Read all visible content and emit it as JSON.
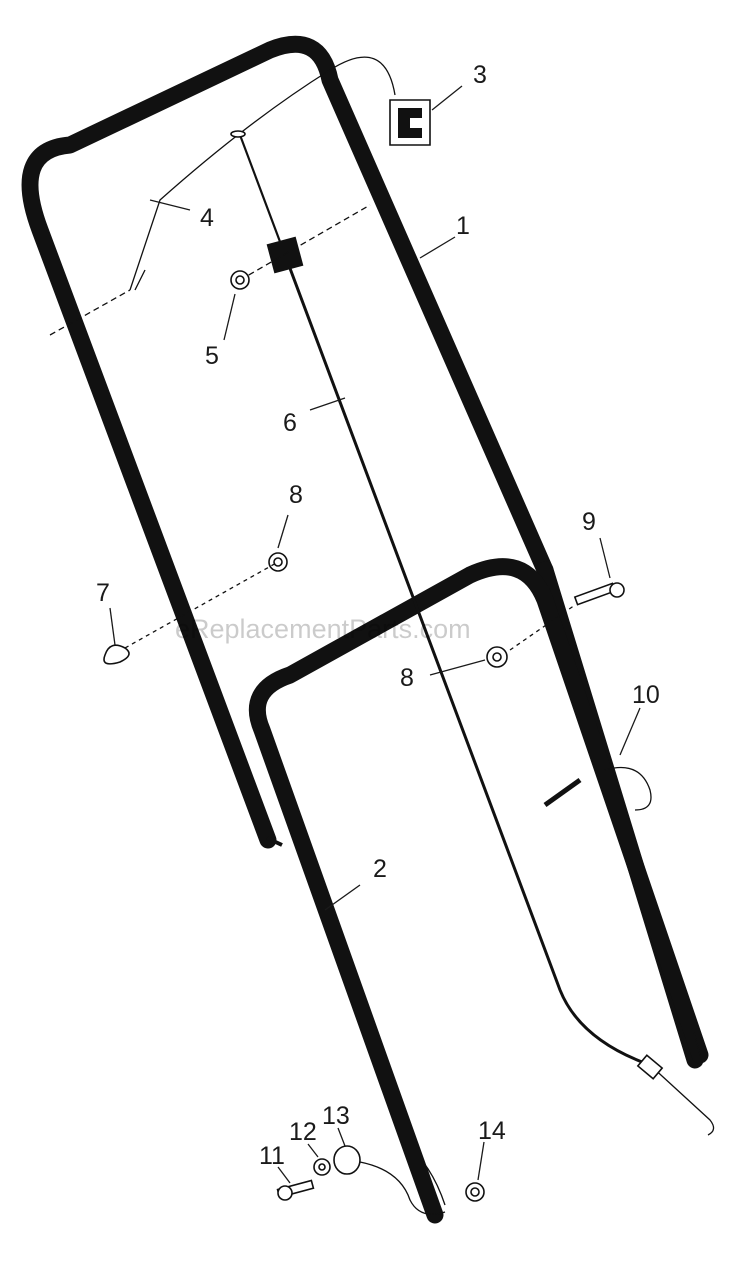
{
  "watermark": "eReplacementParts.com",
  "callouts": [
    {
      "id": "1",
      "text": "1"
    },
    {
      "id": "2",
      "text": "2"
    },
    {
      "id": "3",
      "text": "3"
    },
    {
      "id": "4",
      "text": "4"
    },
    {
      "id": "5",
      "text": "5"
    },
    {
      "id": "6",
      "text": "6"
    },
    {
      "id": "7",
      "text": "7"
    },
    {
      "id": "8a",
      "text": "8"
    },
    {
      "id": "8b",
      "text": "8"
    },
    {
      "id": "9",
      "text": "9"
    },
    {
      "id": "10",
      "text": "10"
    },
    {
      "id": "11",
      "text": "11"
    },
    {
      "id": "12",
      "text": "12"
    },
    {
      "id": "13",
      "text": "13"
    },
    {
      "id": "14",
      "text": "14"
    }
  ]
}
